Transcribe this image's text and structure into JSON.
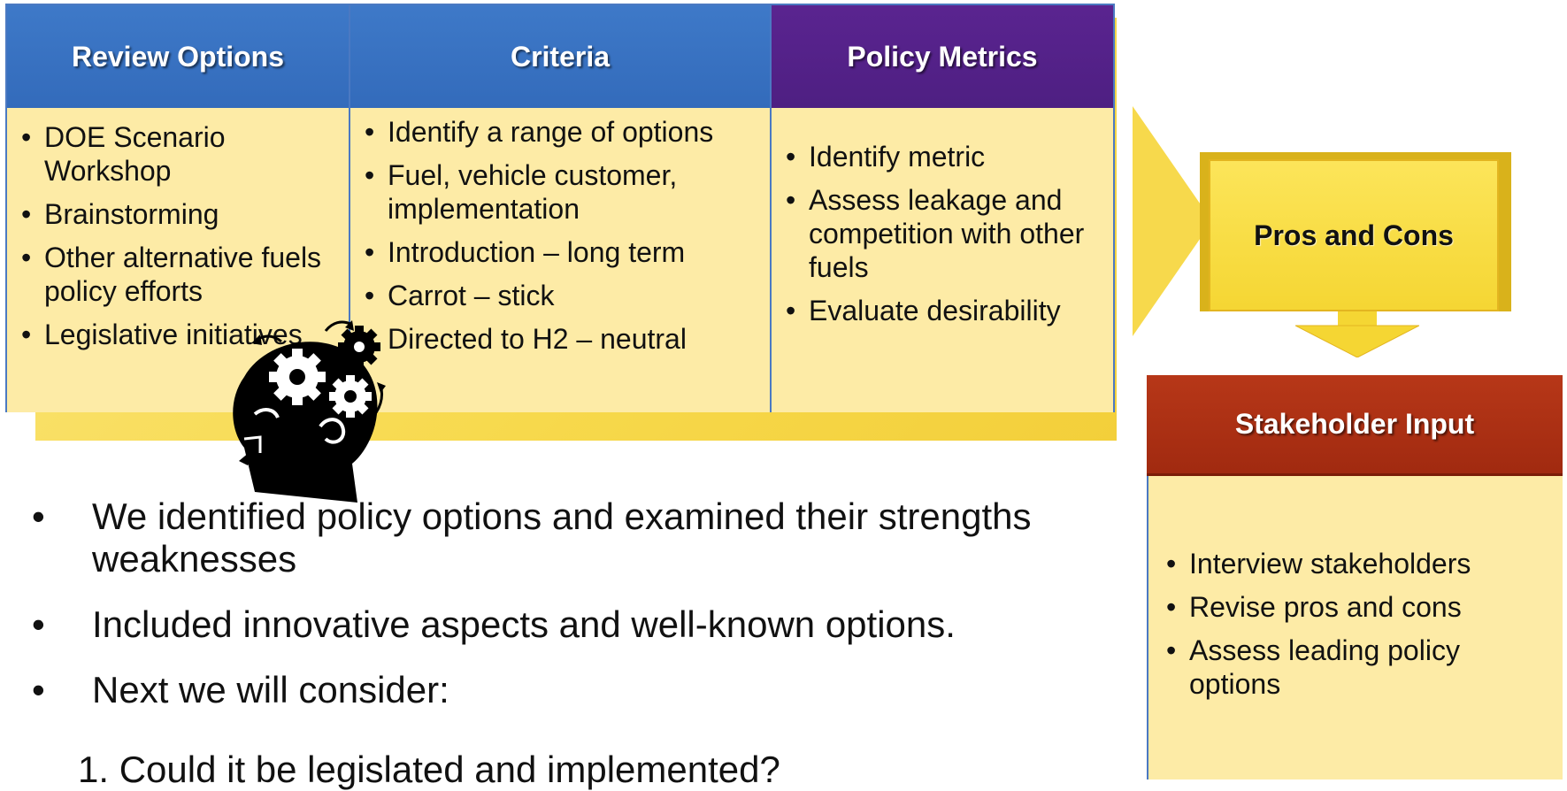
{
  "columns": [
    {
      "title": "Review Options",
      "items": [
        "DOE Scenario Workshop",
        "Brainstorming",
        "Other alternative fuels policy efforts",
        "Legislative initiatives"
      ]
    },
    {
      "title": "Criteria",
      "items": [
        "Identify a range of options",
        "Fuel, vehicle customer, implementation",
        "Introduction – long term",
        "Carrot – stick",
        "Directed to H2 – neutral"
      ]
    },
    {
      "title": "Policy Metrics",
      "items": [
        "Identify metric",
        "Assess leakage and competition with other fuels",
        "Evaluate desirability"
      ]
    }
  ],
  "pros_cons": {
    "title": "Pros and Cons"
  },
  "stakeholder": {
    "title": "Stakeholder Input",
    "items": [
      "Interview stakeholders",
      "Revise pros and cons",
      "Assess leading policy options"
    ]
  },
  "bullets": [
    "We identified policy options and examined their strengths weaknesses",
    "Included innovative aspects and well-known options.",
    "Next we will consider:"
  ],
  "numbered": [
    {
      "num": "1.",
      "text": "Could it be legislated and implemented?"
    }
  ],
  "bullet_glyph": "•",
  "colors": {
    "blue_header": "#3e79c8",
    "purple_header": "#5a2490",
    "red_header": "#b73718",
    "body_fill": "#fdeba6",
    "arrow_yellow": "#f7d94c"
  },
  "icons": [
    "thinking-head-gears-icon",
    "right-arrow-icon",
    "down-arrow-icon"
  ]
}
